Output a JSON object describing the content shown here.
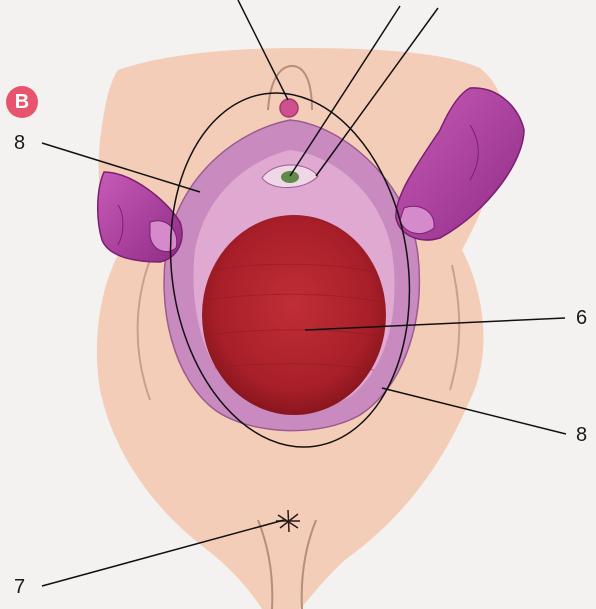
{
  "panel": {
    "badge": "B"
  },
  "labels": {
    "perineum_left": "8",
    "perineum_right": "8",
    "fetal_head": "6",
    "anus": "7"
  },
  "colors": {
    "background": "#f3f2f1",
    "skin": "#f4cdb8",
    "vulva": "#c98bbf",
    "vulva_inner": "#dfa9d2",
    "fetal_head": "#b0222c",
    "fingers": "#b03ba0",
    "badge": "#e8546e",
    "leader_line": "#111111"
  }
}
